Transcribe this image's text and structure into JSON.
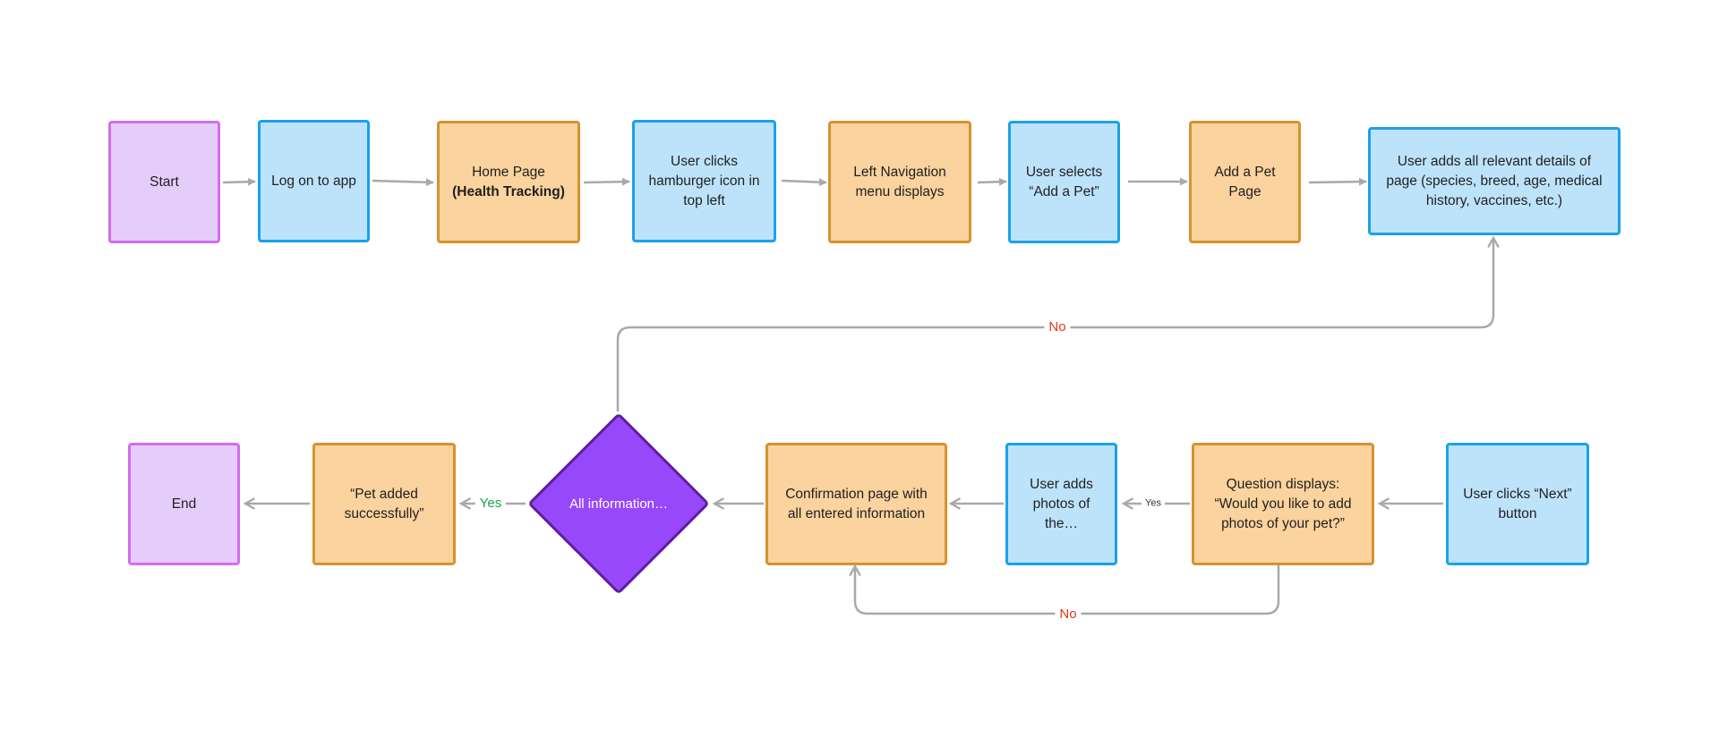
{
  "colors": {
    "terminal_fill": "#e5cdfb",
    "terminal_border": "#d06ef0",
    "screen_fill": "#bde3fb",
    "screen_border": "#1ba1ea",
    "action_fill": "#fbd39e",
    "action_border": "#d8922e",
    "decision_fill": "#9748fb",
    "connector": "#a9a9a9",
    "no_label": "#e8341c",
    "yes_label": "#17a34a"
  },
  "nodes": {
    "start": "Start",
    "log_on": "Log on to app",
    "home_page": {
      "line1": "Home Page",
      "line2": "(Health Tracking)"
    },
    "hamburger": "User clicks hamburger icon in top left",
    "left_nav": "Left Navigation menu displays",
    "select_add_pet": "User selects “Add a Pet”",
    "add_pet_page": "Add a Pet Page",
    "add_details": "User adds all relevant details of page (species, breed, age, medical history, vaccines, etc.)",
    "click_next": "User clicks “Next” button",
    "question_photos": "Question displays: “Would you like to add photos of your pet?”",
    "add_photos": "User adds photos of the…",
    "confirmation": "Confirmation page with all entered information",
    "decision": "All information…",
    "pet_added": "“Pet added successfully”",
    "end": "End"
  },
  "edge_labels": {
    "no_top": "No",
    "no_bottom": "No",
    "yes_photos": "Yes",
    "yes_decision": "Yes"
  }
}
